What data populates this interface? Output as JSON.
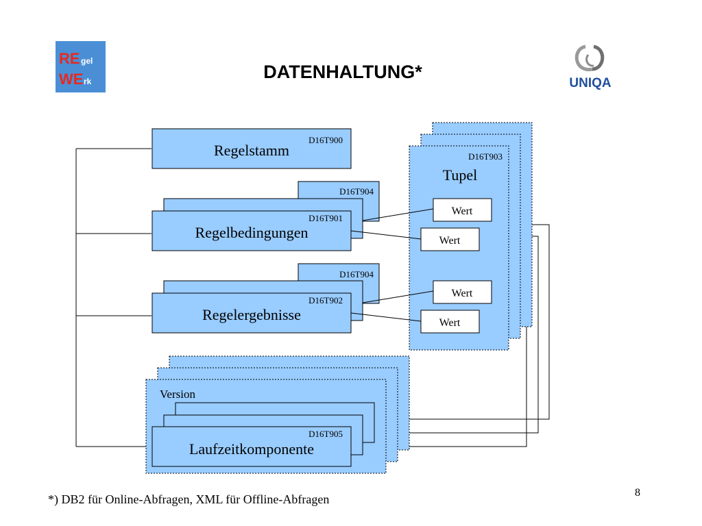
{
  "slide": {
    "title": "DATENHALTUNG*",
    "footnote": "*) DB2 für Online-Abfragen, XML für Offline-Abfragen",
    "page_number": "8"
  },
  "logos": {
    "regelwerk": {
      "re": "RE",
      "gel": "gel",
      "we": "WE",
      "rk": "rk"
    },
    "uniqa": {
      "text": "UNIQA"
    }
  },
  "tables": {
    "regelstamm": {
      "name": "Regelstamm",
      "code": "D16T900"
    },
    "regelbedingungen": {
      "name": "Regelbedingungen",
      "code": "D16T901",
      "sub_code": "D16T904"
    },
    "regelergebnisse": {
      "name": "Regelergebnisse",
      "code": "D16T902",
      "sub_code": "D16T904"
    },
    "tupel": {
      "name": "Tupel",
      "code": "D16T903",
      "value_label": "Wert"
    },
    "laufzeit": {
      "name": "Laufzeitkomponente",
      "code": "D16T905",
      "group_label": "Version"
    }
  },
  "colors": {
    "box_fill": "#99ccff",
    "border": "#000000",
    "logo_bg": "#4a8fd6",
    "logo_red": "#e8281e",
    "uniqa_blue": "#1f4e9c"
  }
}
